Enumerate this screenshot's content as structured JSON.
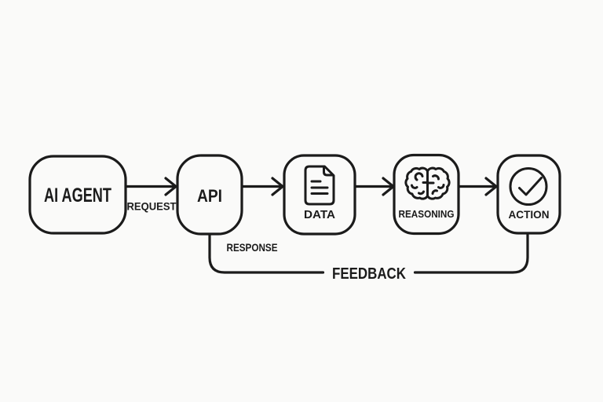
{
  "diagram": {
    "type": "flowchart",
    "background_color": "#fafaf9",
    "line_color": "#1b1b1b",
    "nodes": [
      {
        "label": "AI AGENT",
        "icon": null
      },
      {
        "label": "API",
        "icon": null
      },
      {
        "label": "DATA",
        "icon": "document-icon"
      },
      {
        "label": "REASONING",
        "icon": "brain-icon"
      },
      {
        "label": "ACTION",
        "icon": "check-circle-icon"
      }
    ],
    "edge_labels": {
      "request": "REQUEST",
      "response": "RESPONSE",
      "feedback": "FEEDBACK"
    },
    "edges": [
      {
        "from": "AI AGENT",
        "to": "API",
        "label": "REQUEST",
        "style": "arrow"
      },
      {
        "from": "API",
        "to": "DATA",
        "style": "arrow"
      },
      {
        "from": "DATA",
        "to": "REASONING",
        "style": "arrow"
      },
      {
        "from": "REASONING",
        "to": "ACTION",
        "style": "arrow"
      },
      {
        "from": "ACTION",
        "to": "API",
        "label": "FEEDBACK",
        "secondary_label": "RESPONSE",
        "style": "feedback-loop"
      }
    ]
  }
}
